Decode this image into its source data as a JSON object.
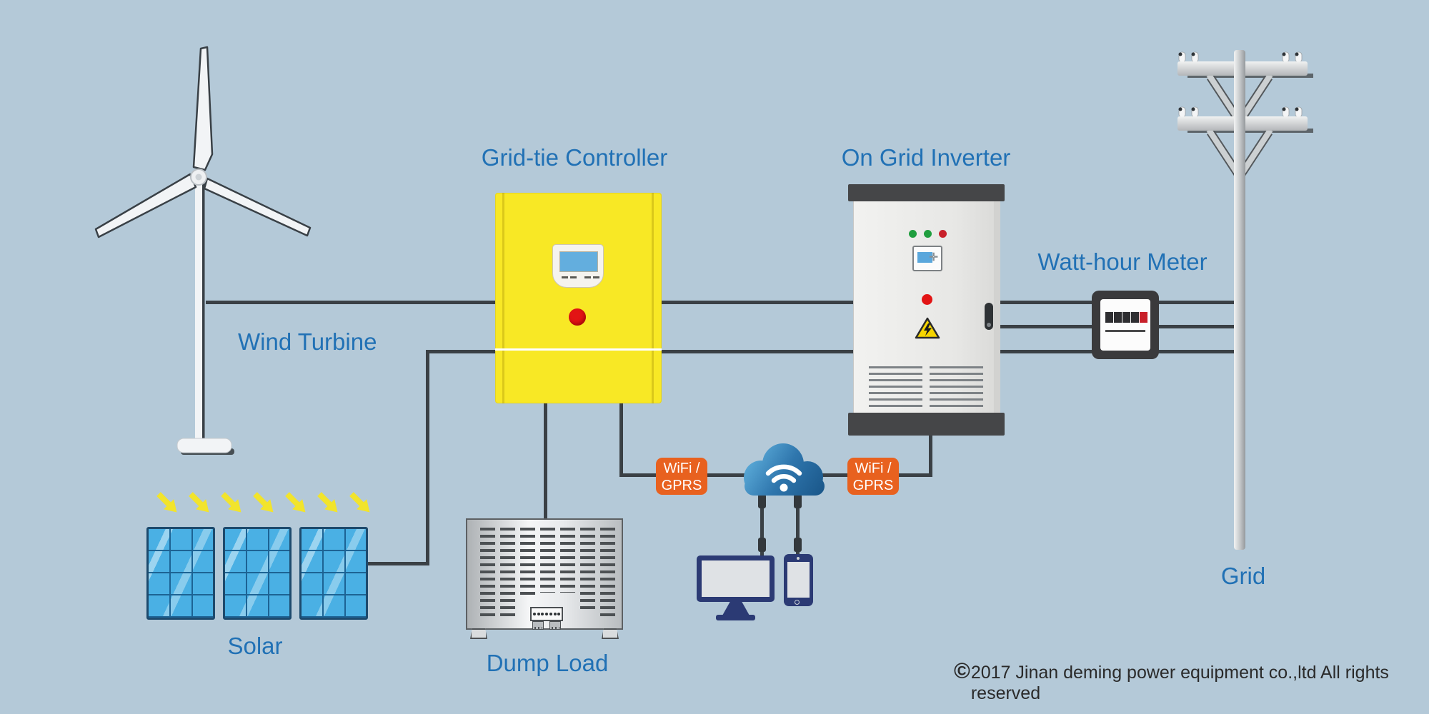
{
  "labels": {
    "wind_turbine": "Wind Turbine",
    "solar": "Solar",
    "grid_tie_controller": "Grid-tie Controller",
    "dump_load": "Dump Load",
    "on_grid_inverter": "On Grid Inverter",
    "watt_hour_meter": "Watt-hour Meter",
    "grid": "Grid"
  },
  "wifi_badge": {
    "line1": "WiFi /",
    "line2": "GPRS"
  },
  "footer": {
    "copyright_symbol": "©",
    "copyright_text": "2017 Jinan deming power equipment co.,ltd All rights reserved"
  },
  "inverter": {
    "led_colors": [
      "#1f9e3e",
      "#1f9e3e",
      "#c8202a"
    ]
  },
  "meter": {
    "digit_boxes": 5,
    "red_digit_boxes": 1
  },
  "colors": {
    "background": "#b4c9d8",
    "label_blue": "#2171b5",
    "wire": "#3a4045",
    "controller_yellow": "#f8e825",
    "badge_orange": "#e8611f",
    "cloud_blue": "#2c6ea6",
    "solar_cell_blue": "#4ab0e4",
    "warning_yellow": "#f6d500",
    "meter_digit_red": "#c8202a"
  },
  "icons": {
    "wifi": "wifi-icon",
    "cloud": "cloud-icon",
    "warning": "warning-icon",
    "sun_arrows": "sun-arrow-icon"
  }
}
